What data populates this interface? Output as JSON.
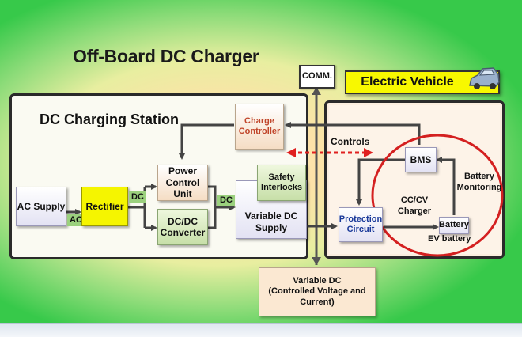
{
  "title": "Off-Board DC Charger",
  "station_title": "DC Charging Station",
  "comm_label": "COMM.",
  "ev_label": "Electric Vehicle",
  "blocks": {
    "ac_supply": "AC Supply",
    "rectifier": "Rectifier",
    "power_control_unit": "Power Control Unit",
    "dcdc_converter": "DC/DC Converter",
    "charge_controller": "Charge Controller",
    "safety_interlocks": "Safety Interlocks",
    "variable_dc_supply": "Variable DC Supply",
    "protection_circuit": "Protection Circuit",
    "bms": "BMS",
    "battery": "Battery"
  },
  "tags": {
    "ac": "AC",
    "dc_after_rectifier": "DC",
    "dc_after_pcu": "DC"
  },
  "labels": {
    "controls": "Controls",
    "battery_monitoring": "Battery Monitoring",
    "ccvc_charger": "CC/CV Charger",
    "ev_battery": "EV battery"
  },
  "output_note": {
    "line1": "Variable DC",
    "line2": "(Controlled Voltage and Current)"
  },
  "colors": {
    "background_center": "#fff8d8",
    "background_edge": "#37c94a",
    "rectifier": "#f5f500",
    "ev_banner": "#f8f800",
    "tag_green": "#9bd17e",
    "ring_red": "#d42020",
    "controls_arrow": "#e02020"
  },
  "icons": {
    "ev_car": "car-icon"
  }
}
